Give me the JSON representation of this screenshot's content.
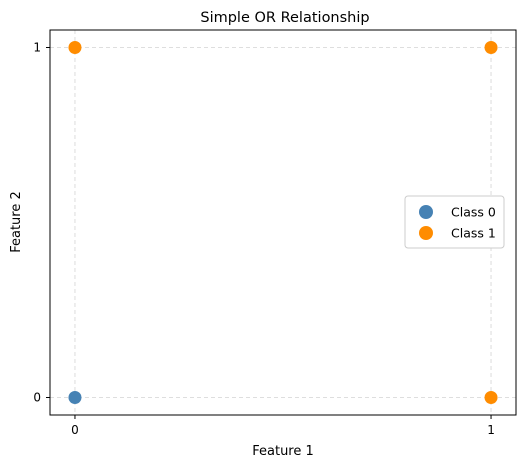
{
  "chart_data": {
    "type": "scatter",
    "title": "Simple OR Relationship",
    "xlabel": "Feature 1",
    "ylabel": "Feature 2",
    "xlim": [
      -0.06,
      1.06
    ],
    "ylim": [
      -0.05,
      1.05
    ],
    "xticks": [
      0,
      1
    ],
    "xtick_labels": [
      "0",
      "1"
    ],
    "yticks": [
      0,
      1
    ],
    "ytick_labels": [
      "0",
      "1"
    ],
    "grid": true,
    "legend": "center-right",
    "series": [
      {
        "name": "Class 0",
        "color": "#4682b4",
        "points": [
          [
            0,
            0
          ]
        ]
      },
      {
        "name": "Class 1",
        "color": "#ff8c00",
        "points": [
          [
            0,
            1
          ],
          [
            1,
            0
          ],
          [
            1,
            1
          ]
        ]
      }
    ]
  }
}
